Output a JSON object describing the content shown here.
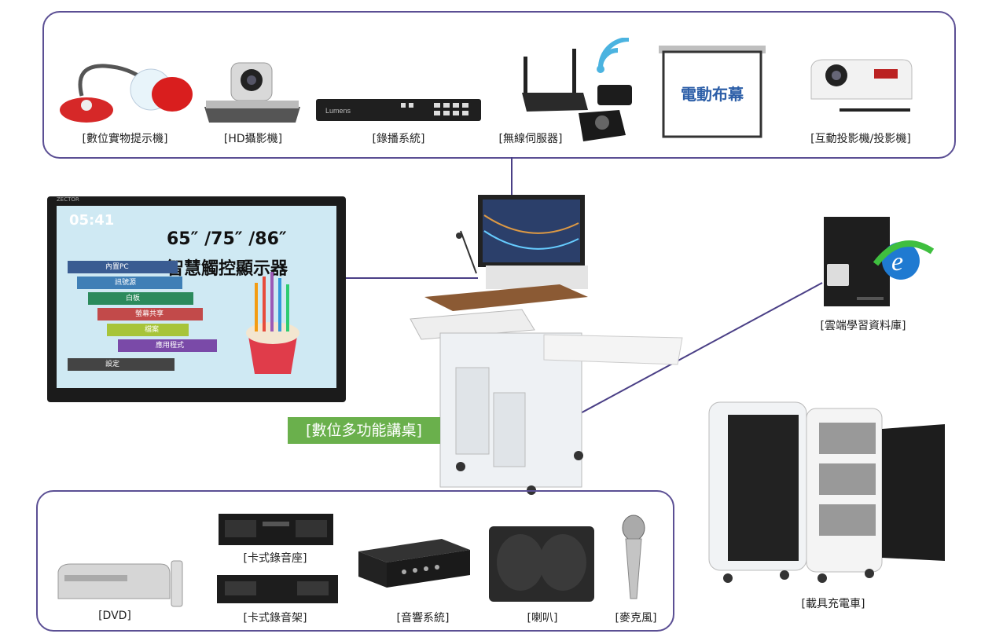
{
  "top_devices": {
    "doc_camera": "[數位實物提示機]",
    "hd_camera": "[HD攝影機]",
    "recording": "[錄播系統]",
    "wireless": "[無線伺服器]",
    "screen_text": "電動布幕",
    "projector": "[互動投影機/投影機]"
  },
  "display": {
    "sizes": "65″ /75″ /86″",
    "title": "智慧觸控顯示器",
    "clock": "05:41",
    "brand": "ZECTOR",
    "menu": [
      "內置PC",
      "訊號源",
      "白板",
      "螢幕共享",
      "檔案",
      "應用程式",
      "設定"
    ]
  },
  "center": {
    "podium_label": "[數位多功能講桌]",
    "recorder_brand": "Lumens"
  },
  "cloud": {
    "label": "[雲端學習資料庫]"
  },
  "cart": {
    "label": "[載具充電車]"
  },
  "bottom_devices": {
    "dvd": "[DVD]",
    "cassette_deck": "[卡式錄音座]",
    "cassette_rack": "[卡式錄音架]",
    "audio": "[音響系統]",
    "speaker": "[喇叭]",
    "mic": "[麥克風]"
  },
  "colors": {
    "frame": "#5b4f94",
    "green_label": "#6ab04c",
    "screen_blue": "#cfe9f3"
  }
}
